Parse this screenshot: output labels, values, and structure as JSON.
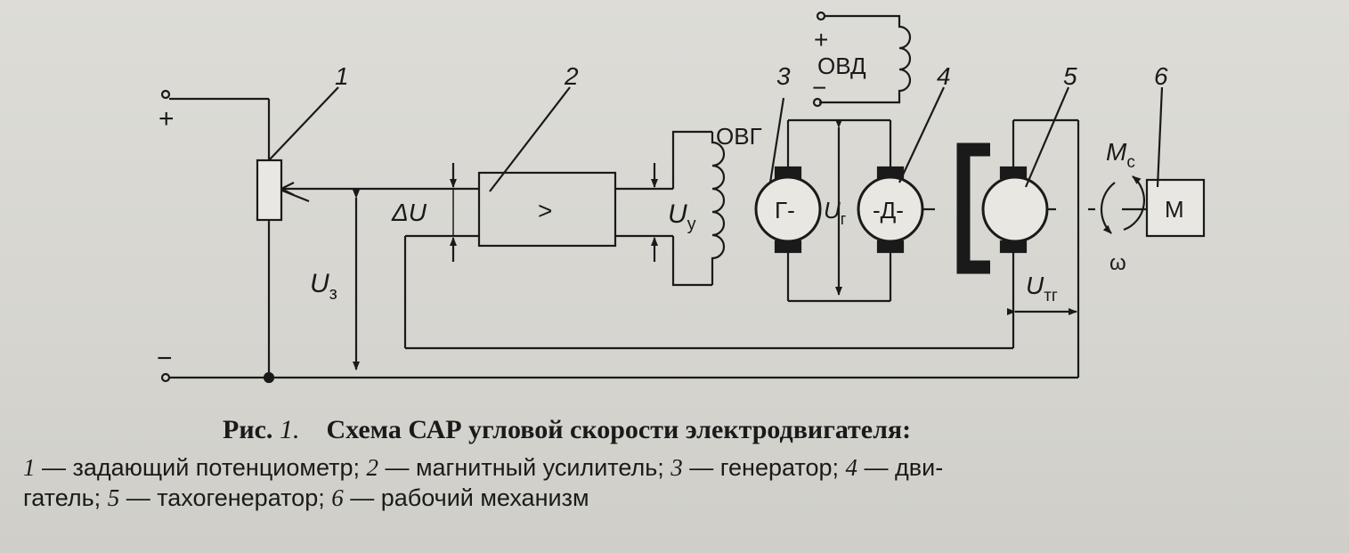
{
  "labels": {
    "plus": "+",
    "minus": "−",
    "n1": "1",
    "n2": "2",
    "n3": "3",
    "n4": "4",
    "n5": "5",
    "n6": "6",
    "ovd": "ОВД",
    "ovg": "ОВГ",
    "delta_u": "ΔU",
    "u_z_main": "U",
    "u_z_sub": "з",
    "u_y_main": "U",
    "u_y_sub": "у",
    "u_g_main": "U",
    "u_g_sub": "г",
    "u_tg_main": "U",
    "u_tg_sub": "тг",
    "m_c_main": "M",
    "m_c_sub": "с",
    "omega": "ω",
    "amp_symbol": ">",
    "gen_symbol": "Г-",
    "motor_symbol": "-Д-",
    "mech_symbol": "М"
  },
  "caption": {
    "prefix": "Рис.",
    "number": "1.",
    "title": "Схема САР угловой скорости электродвигателя:",
    "legend": [
      {
        "num": "1",
        "text": " — задающий потенциометр; "
      },
      {
        "num": "2",
        "text": " — магнитный усилитель; "
      },
      {
        "num": "3",
        "text": " — генератор; "
      },
      {
        "num": "4",
        "text": " — дви-"
      },
      {
        "num": "",
        "text": "гатель; "
      },
      {
        "num": "5",
        "text": " — тахогенератор; "
      },
      {
        "num": "6",
        "text": " — рабочий механизм"
      }
    ]
  }
}
